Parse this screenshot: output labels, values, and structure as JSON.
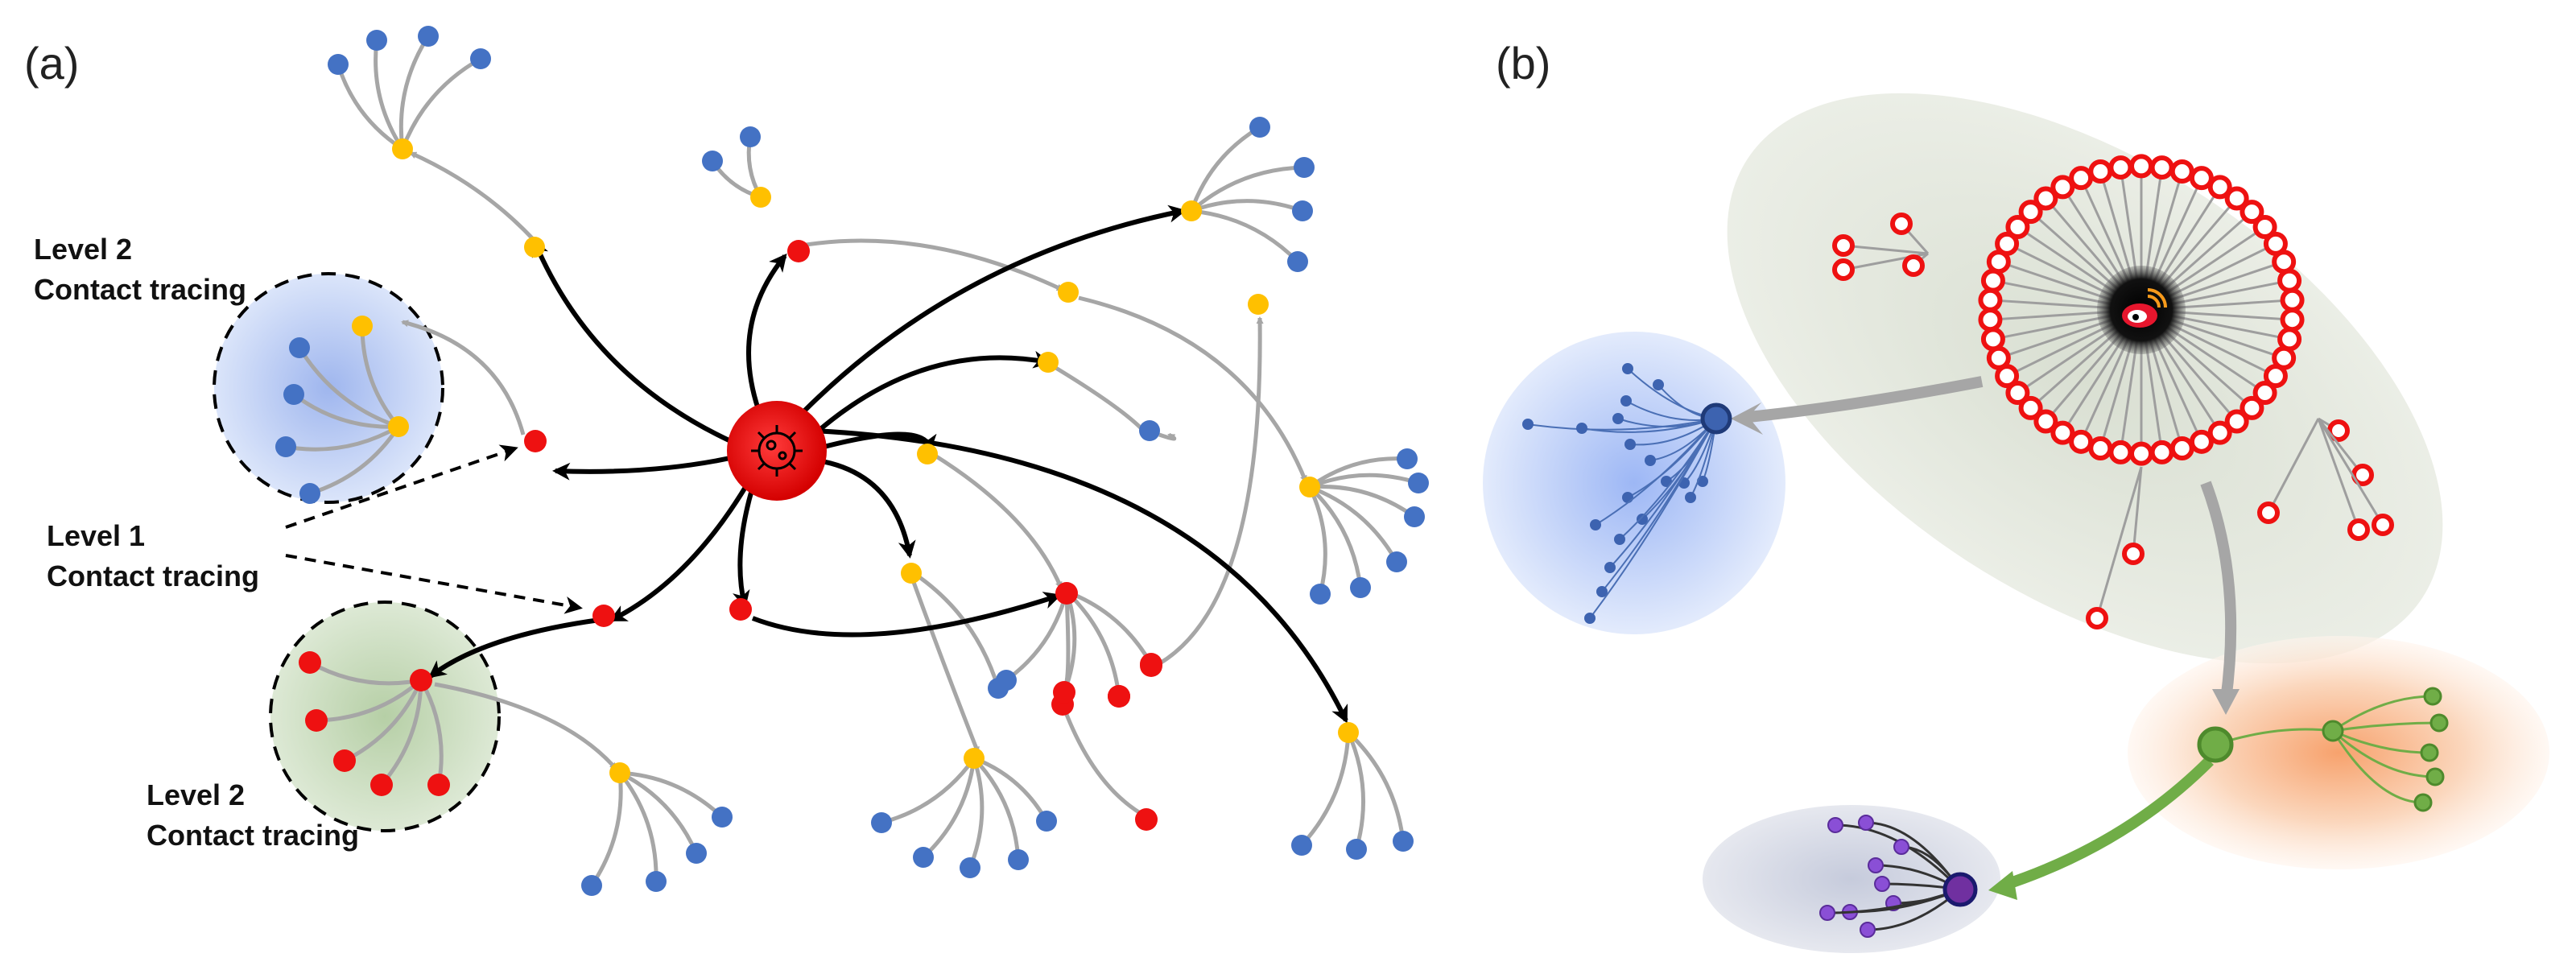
{
  "panel_a": {
    "label": "(a)",
    "level2_top": {
      "line1": "Level 2",
      "line2": "Contact tracing"
    },
    "level1": {
      "line1": "Level 1",
      "line2": "Contact tracing"
    },
    "level2_bottom": {
      "line1": "Level 2",
      "line2": "Contact tracing"
    }
  },
  "panel_b": {
    "label": "(b)"
  },
  "colors": {
    "red": "#ee1111",
    "yellow": "#ffc000",
    "blue": "#4472c4",
    "grey_edge": "#a6a6a6",
    "black_edge": "#000000",
    "green": "#70ad47",
    "purple": "#7030a0",
    "blue_zone": "#b4c7e7",
    "green_zone": "#c5d9b8",
    "orange_zone": "#f8cbad"
  },
  "icons": [
    "virus-icon",
    "weibo-icon"
  ]
}
